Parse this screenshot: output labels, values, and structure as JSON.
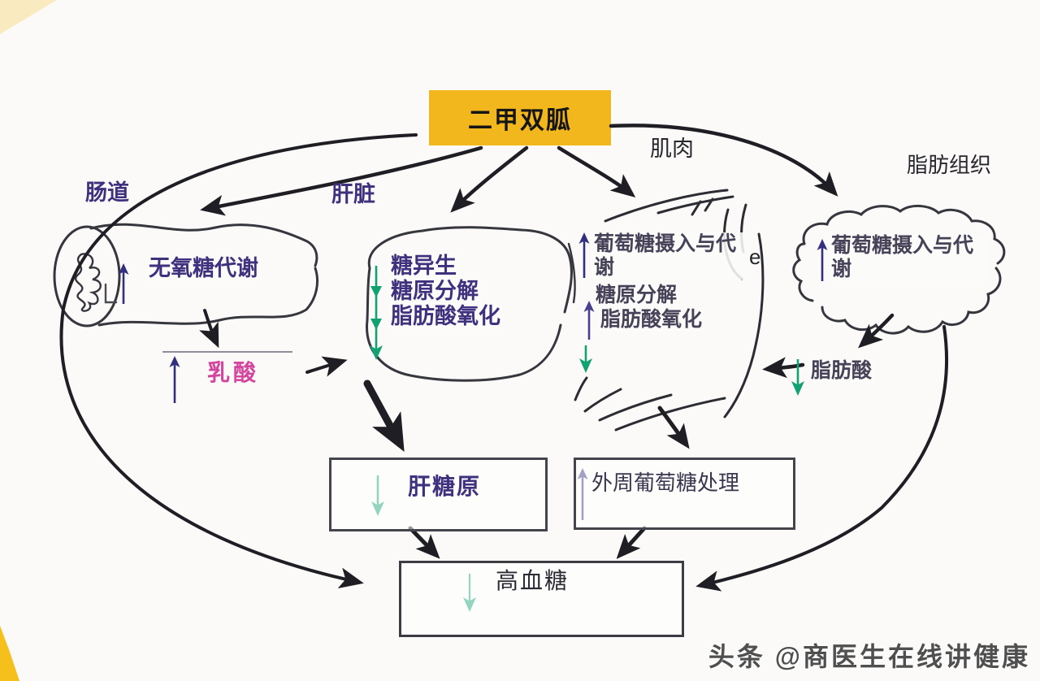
{
  "metformin": {
    "label": "二甲双胍"
  },
  "intestine": {
    "label": "肠道",
    "process": "无氧糖代谢",
    "metabolite": "乳酸"
  },
  "liver": {
    "label": "肝脏",
    "process1": "糖异生",
    "process2": "糖原分解",
    "process3": "脂肪酸氧化"
  },
  "muscle": {
    "label": "肌肉",
    "process_up": "葡萄糖摄入与代谢",
    "process2": "糖原分解",
    "process3": "脂肪酸氧化",
    "stray_glyph": "e"
  },
  "adipose": {
    "label": "脂肪组织",
    "process": "葡萄糖摄入与代谢",
    "metabolite": "脂肪酸"
  },
  "outputs": {
    "liver_glycogen": "肝糖原",
    "peripheral_glucose": "外周葡萄糖处理",
    "hyperglycemia": "高血糖"
  },
  "watermark": "头条 @商医生在线讲健康",
  "colors": {
    "accent_yellow": "#f2b71d",
    "purple_text": "#40317f",
    "pink_text": "#d4459e",
    "green_arrow": "#12a173",
    "navy_arrow": "#32307e",
    "ink": "#1e1e24"
  }
}
